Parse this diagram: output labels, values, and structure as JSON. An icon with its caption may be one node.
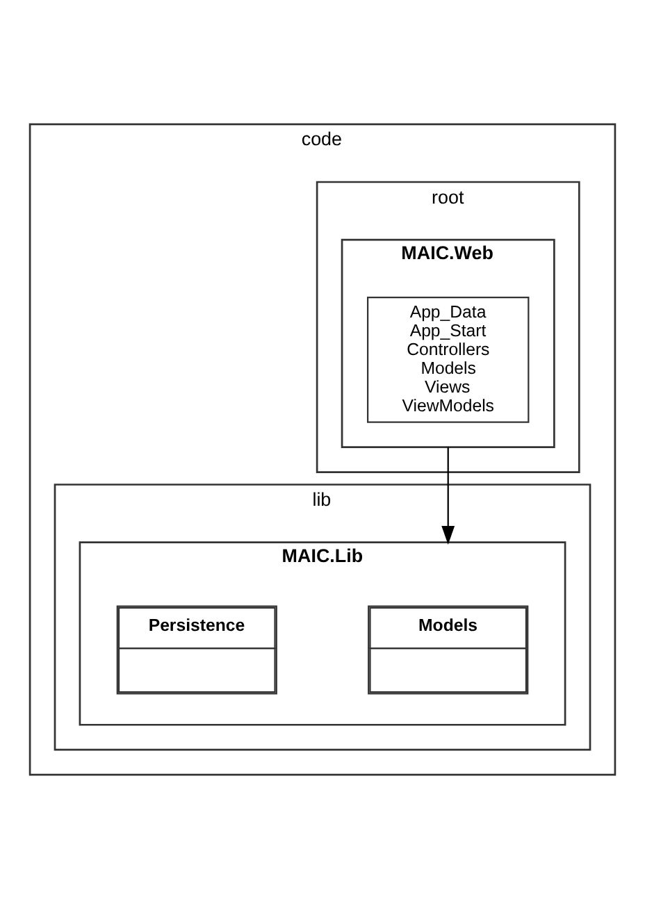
{
  "diagram": {
    "nodes": [
      {
        "text": [
          "code"
        ]
      },
      {
        "text": [
          "root"
        ],
        "in": 0
      },
      {
        "text": [
          "MAIC.Web"
        ],
        "in": 1
      },
      {
        "text": [
          "App_Data",
          "App_Start",
          "Controllers",
          "Models",
          "Views",
          "ViewModels"
        ],
        "in": 2
      },
      {
        "text": [
          "lib"
        ],
        "in": 0
      },
      {
        "text": [
          "MAIC.Lib"
        ],
        "in": 4
      },
      {
        "text": [
          "Models"
        ],
        "in": 5
      },
      {
        "text": [
          "Persistence"
        ],
        "in": 5
      }
    ],
    "edges": [
      {
        "from": 2,
        "to": 5,
        "arrow": "to"
      }
    ]
  }
}
